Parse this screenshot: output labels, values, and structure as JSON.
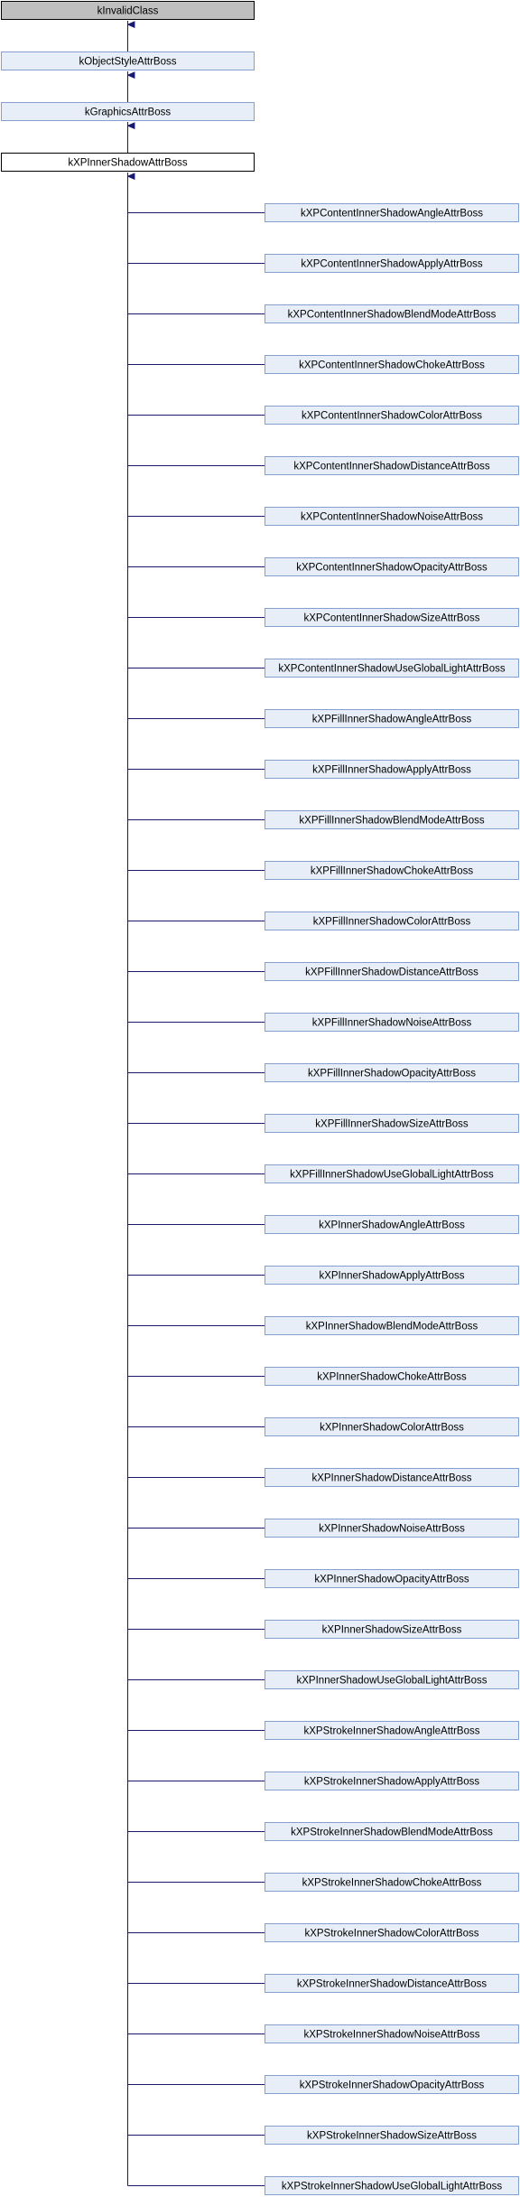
{
  "colors": {
    "root_fill": "#bfbfbf",
    "root_border": "#000000",
    "ancestor_fill": "#e8eef8",
    "ancestor_border": "#84a0d0",
    "current_fill": "#ffffff",
    "current_border": "#000000",
    "child_fill": "#e8eef8",
    "child_border": "#84a0d0",
    "edge": "#191970"
  },
  "hierarchy": [
    {
      "label": "kInvalidClass",
      "kind": "root"
    },
    {
      "label": "kObjectStyleAttrBoss",
      "kind": "ancestor"
    },
    {
      "label": "kGraphicsAttrBoss",
      "kind": "ancestor"
    },
    {
      "label": "kXPInnerShadowAttrBoss",
      "kind": "current"
    }
  ],
  "children": [
    "kXPContentInnerShadowAngleAttrBoss",
    "kXPContentInnerShadowApplyAttrBoss",
    "kXPContentInnerShadowBlendModeAttrBoss",
    "kXPContentInnerShadowChokeAttrBoss",
    "kXPContentInnerShadowColorAttrBoss",
    "kXPContentInnerShadowDistanceAttrBoss",
    "kXPContentInnerShadowNoiseAttrBoss",
    "kXPContentInnerShadowOpacityAttrBoss",
    "kXPContentInnerShadowSizeAttrBoss",
    "kXPContentInnerShadowUseGlobalLightAttrBoss",
    "kXPFillInnerShadowAngleAttrBoss",
    "kXPFillInnerShadowApplyAttrBoss",
    "kXPFillInnerShadowBlendModeAttrBoss",
    "kXPFillInnerShadowChokeAttrBoss",
    "kXPFillInnerShadowColorAttrBoss",
    "kXPFillInnerShadowDistanceAttrBoss",
    "kXPFillInnerShadowNoiseAttrBoss",
    "kXPFillInnerShadowOpacityAttrBoss",
    "kXPFillInnerShadowSizeAttrBoss",
    "kXPFillInnerShadowUseGlobalLightAttrBoss",
    "kXPInnerShadowAngleAttrBoss",
    "kXPInnerShadowApplyAttrBoss",
    "kXPInnerShadowBlendModeAttrBoss",
    "kXPInnerShadowChokeAttrBoss",
    "kXPInnerShadowColorAttrBoss",
    "kXPInnerShadowDistanceAttrBoss",
    "kXPInnerShadowNoiseAttrBoss",
    "kXPInnerShadowOpacityAttrBoss",
    "kXPInnerShadowSizeAttrBoss",
    "kXPInnerShadowUseGlobalLightAttrBoss",
    "kXPStrokeInnerShadowAngleAttrBoss",
    "kXPStrokeInnerShadowApplyAttrBoss",
    "kXPStrokeInnerShadowBlendModeAttrBoss",
    "kXPStrokeInnerShadowChokeAttrBoss",
    "kXPStrokeInnerShadowColorAttrBoss",
    "kXPStrokeInnerShadowDistanceAttrBoss",
    "kXPStrokeInnerShadowNoiseAttrBoss",
    "kXPStrokeInnerShadowOpacityAttrBoss",
    "kXPStrokeInnerShadowSizeAttrBoss",
    "kXPStrokeInnerShadowUseGlobalLightAttrBoss"
  ]
}
